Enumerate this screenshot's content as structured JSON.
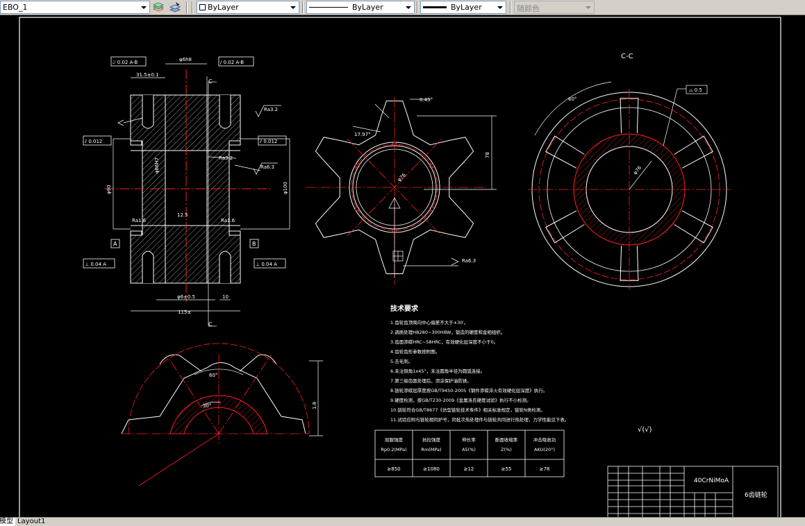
{
  "toolbar": {
    "layer_name": "EBO_1",
    "color": "ByLayer",
    "linetype": "ByLayer",
    "lineweight": "ByLayer",
    "plot_style": "随颜色"
  },
  "drawing": {
    "section_label_top": "C",
    "section_label_bottom": "C",
    "section_view_title": "C-C",
    "datum_a": "A",
    "datum_b": "B",
    "tech_title": "技术要求",
    "tech_notes": [
      "1.齿轮齿顶周向中心偏差不大于±30′。",
      "2.调质处理HB280~300HBW，锻造的硬度和金相组织。",
      "3.齿面渗碳HRC~58HRC，有效硬化层深度不小于0。",
      "4.齿轮齿形参数按附图。",
      "5.去毛刺。",
      "6.未注倒角1x45°，未注圆角半径为圆弧连接。",
      "7.第三级齿面处理后，须涂保护油防锈。",
      "8.链轮渗碳层厚度按GB/T9450-2005《钢件渗碳淬火有效硬化层深度》执行。",
      "9.硬度检测，按GB/T230-2009《金属洛氏硬度试验》执行不小检测。",
      "10.链轮符合GB/T8677《仿型链轮技术条件》相关标准规定，链轮N类检测。",
      "11.试验应附与链轮相同炉号，同批次热处理件与链轮共同进行热处理，力学性能见下表。"
    ],
    "props_headers": [
      [
        "屈服强度",
        "Rp0.2(MPa)"
      ],
      [
        "抗拉强度",
        "Rm(MPa)"
      ],
      [
        "伸长率",
        "A5(%)"
      ],
      [
        "断面收缩率",
        "Z(%)"
      ],
      [
        "冲击吸收功",
        "AKU(20°)"
      ]
    ],
    "props_values": [
      "≥850",
      "≥1080",
      "≥12",
      "≥55",
      "≥78"
    ],
    "material": "40CrNiMoA",
    "part_name": "6齿链轮",
    "roughness_note": "√(√)",
    "tolerance_labels": [
      "⌰ 0.02 A-B",
      "/ 0.02 A-B",
      "⫽ 0.012",
      "⫽ 0.012",
      "⊥ 0.04 A",
      "⊥ 0.04 A",
      "⌓ 0.5"
    ],
    "dimension_labels": [
      "φ6h8",
      "31.5±0.1",
      "φ90",
      "φ86H7",
      "φ100",
      "10",
      "115±",
      "φ6±0.5",
      "Ra3.2",
      "Ra1.6",
      "Ra1.6",
      "Ra6.3",
      "Ra6.3",
      "Ra3.2",
      "17.97°",
      "0.45°",
      "78",
      "30°",
      "60°",
      "60°",
      "φ76",
      "1.8",
      "12.5"
    ]
  },
  "layout_tabs": {
    "model": "模型",
    "layout1": "Layout1"
  }
}
